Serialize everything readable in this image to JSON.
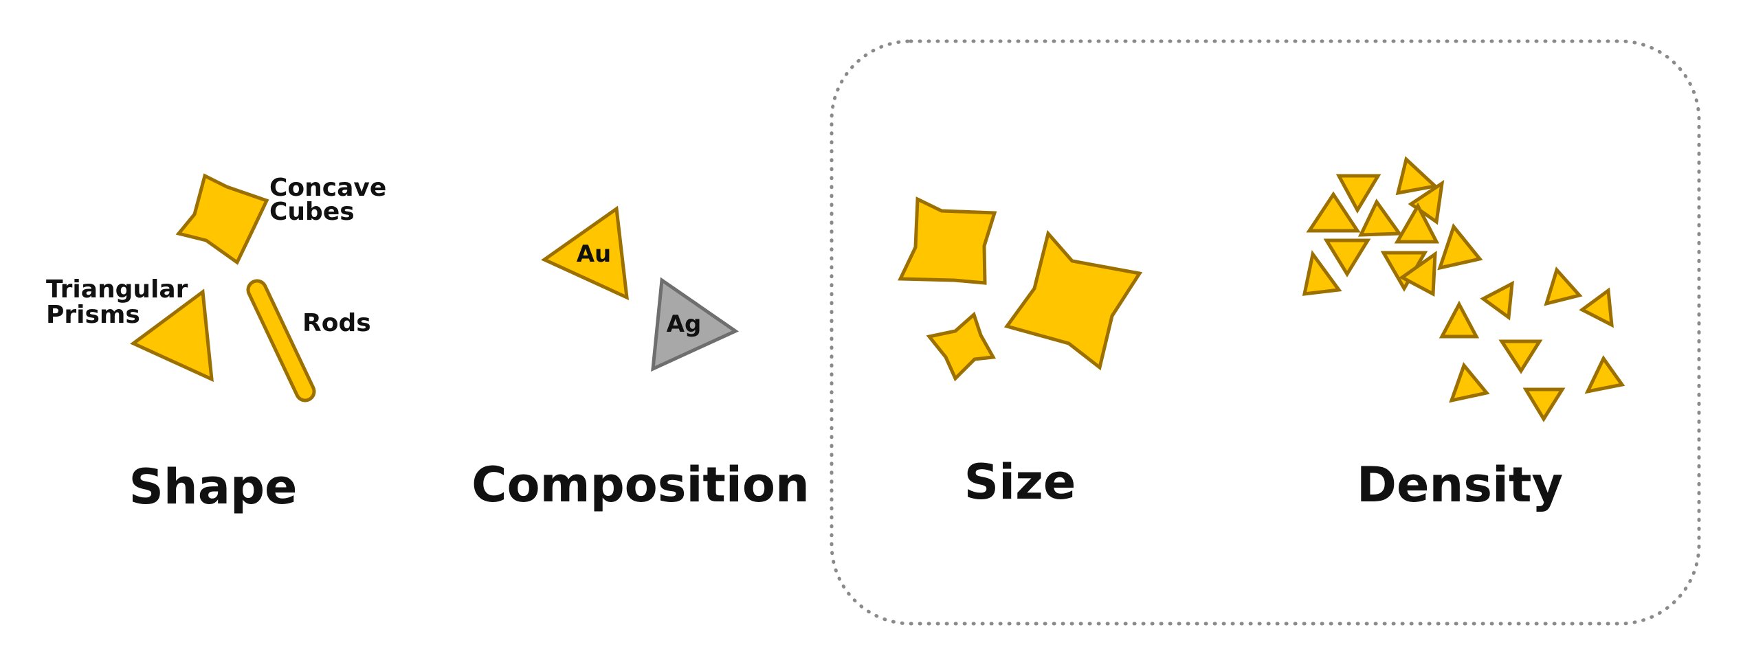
{
  "colors": {
    "gold_fill": "#FFC600",
    "gold_stroke": "#9C7000",
    "silver_fill": "#A8A8A8",
    "silver_stroke": "#6E6E6E",
    "frame": "#8a8a8a",
    "text": "#111111"
  },
  "shape_panel": {
    "title": "Shape",
    "concave_cubes_line1": "Concave",
    "concave_cubes_line2": "Cubes",
    "triangular_prisms_line1": "Triangular",
    "triangular_prisms_line2": "Prisms",
    "rods": "Rods"
  },
  "composition_panel": {
    "title": "Composition",
    "gold_label": "Au",
    "silver_label": "Ag"
  },
  "size_panel": {
    "title": "Size"
  },
  "density_panel": {
    "title": "Density"
  }
}
